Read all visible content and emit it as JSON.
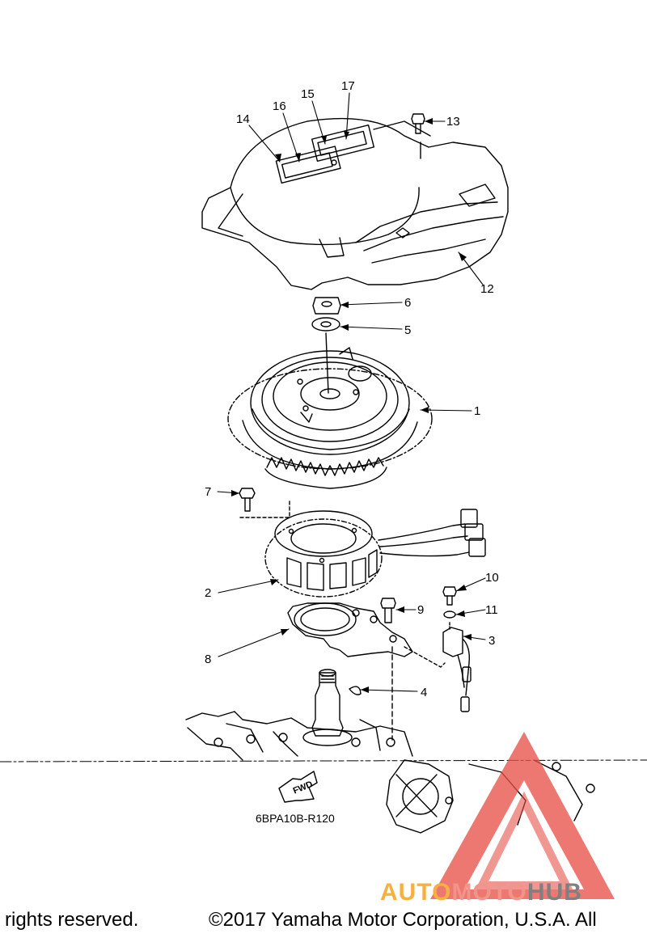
{
  "diagram": {
    "part_labels": [
      {
        "id": "1",
        "text": "1"
      },
      {
        "id": "2",
        "text": "2"
      },
      {
        "id": "3",
        "text": "3"
      },
      {
        "id": "4",
        "text": "4"
      },
      {
        "id": "5",
        "text": "5"
      },
      {
        "id": "6",
        "text": "6"
      },
      {
        "id": "7",
        "text": "7"
      },
      {
        "id": "8",
        "text": "8"
      },
      {
        "id": "9",
        "text": "9"
      },
      {
        "id": "10",
        "text": "10"
      },
      {
        "id": "11",
        "text": "11"
      },
      {
        "id": "12",
        "text": "12"
      },
      {
        "id": "13",
        "text": "13"
      },
      {
        "id": "14",
        "text": "14"
      },
      {
        "id": "15",
        "text": "15"
      },
      {
        "id": "16",
        "text": "16"
      },
      {
        "id": "17",
        "text": "17"
      }
    ],
    "fwd_label": "FWD",
    "diagram_code": "6BPA10B-R120"
  },
  "watermark": {
    "part1": "AUTO",
    "part2": "MOTO",
    "part3": "HUB",
    "colors": {
      "auto": "#f5b041",
      "moto": "#f1948a",
      "hub": "#808080",
      "triangle": "#e8524a"
    }
  },
  "footer": {
    "left": "rights reserved.",
    "right": "©2017 Yamaha Motor Corporation, U.S.A. All"
  }
}
